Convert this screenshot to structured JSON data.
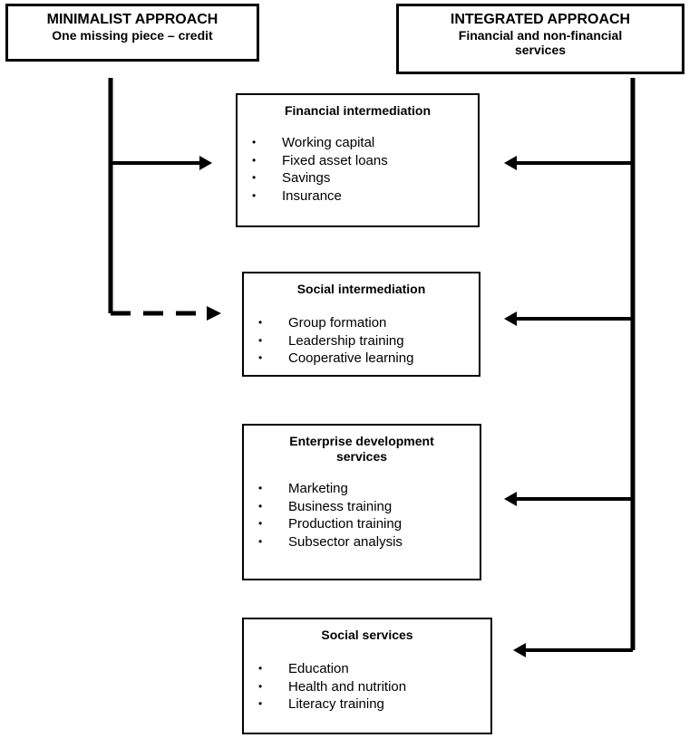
{
  "minimalist": {
    "title": "MINIMALIST APPROACH",
    "subtitle": "One missing piece – credit"
  },
  "integrated": {
    "title": "INTEGRATED APPROACH",
    "subtitle_line1": "Financial and non-financial",
    "subtitle_line2": "services"
  },
  "categories": [
    {
      "title": "Financial intermediation",
      "items": [
        "Working capital",
        "Fixed asset loans",
        "Savings",
        "Insurance"
      ]
    },
    {
      "title": "Social intermediation",
      "items": [
        "Group formation",
        "Leadership training",
        "Cooperative learning"
      ]
    },
    {
      "title_line1": "Enterprise development",
      "title_line2": "services",
      "items": [
        "Marketing",
        "Business training",
        "Production training",
        "Subsector analysis"
      ]
    },
    {
      "title": "Social services",
      "items": [
        "Education",
        "Health and nutrition",
        "Literacy training"
      ]
    }
  ],
  "bullet_glyph": "•"
}
